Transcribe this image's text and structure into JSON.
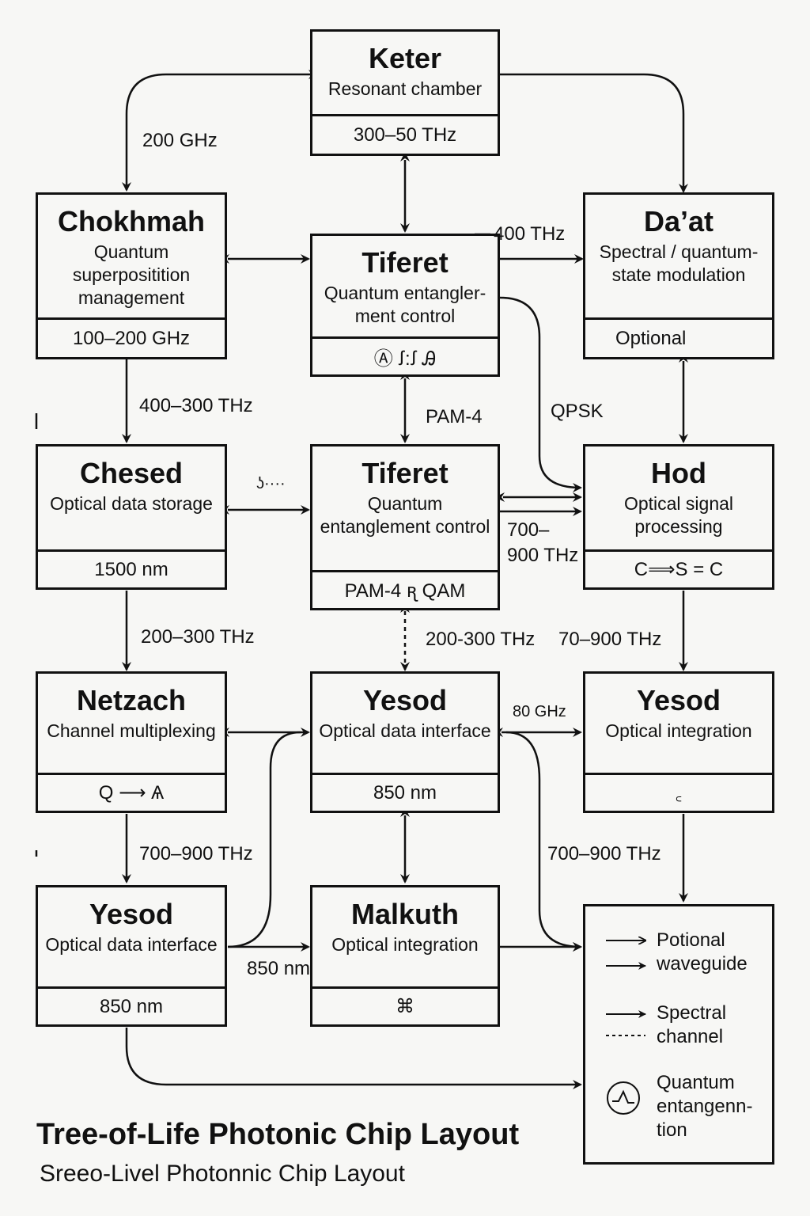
{
  "nodes": {
    "keter": {
      "title": "Keter",
      "desc": "Resonant chamber",
      "foot": "300–50 THz"
    },
    "chokhmah": {
      "title": "Chokhmah",
      "desc": "Quantum superpositition management",
      "foot": "100–200 GHz"
    },
    "tiferet_top": {
      "title": "Tiferet",
      "desc": "Quantum entangler-ment control",
      "foot": "Ⓐ ꭍ:ꭍ Ꭿ"
    },
    "daat": {
      "title": "Da’at",
      "desc": "Spectral / quantum-state modulation",
      "foot": "Optional"
    },
    "chesed": {
      "title": "Chesed",
      "desc": "Optical data storage",
      "foot": "1500 nm"
    },
    "tiferet_mid": {
      "title": "Tiferet",
      "desc": "Quantum entanglement control",
      "foot": "PAM-4  ꭆ  QAM"
    },
    "hod": {
      "title": "Hod",
      "desc": "Optical signal processing",
      "foot": "C⟹S = C"
    },
    "netzach": {
      "title": "Netzach",
      "desc": "Channel multiplexing",
      "foot": "Q ⟶ Ѧ"
    },
    "yesod_mid": {
      "title": "Yesod",
      "desc": "Optical data interface",
      "foot": "850 nm"
    },
    "yesod_right": {
      "title": "Yesod",
      "desc": "Optical integration",
      "foot": "꜀"
    },
    "yesod_left": {
      "title": "Yesod",
      "desc": "Optical data interface",
      "foot": "850 nm"
    },
    "malkuth": {
      "title": "Malkuth",
      "desc": "Optical integration",
      "foot": "⌘"
    }
  },
  "labels": {
    "l200ghz": "200 GHz",
    "l400thz": "400 THz",
    "l400_300": "400–300 THz",
    "pam4": "PAM-4",
    "qpsk": "QPSK",
    "l700_900_hod": "700–\n900 THz",
    "l200_300_left": "200–300 THz",
    "l200_300_mid": "200-300 THz",
    "l70_900": "70–900 THz",
    "l80ghz": "80 GHz",
    "l700_900_left": "700–900 THz",
    "l700_900_right": "700–900 THz",
    "l850nm": "850 nm",
    "squiggle": "ʖ····"
  },
  "legend": {
    "item1": "Potional waveguide",
    "item2": "Spectral channel",
    "item3": "Quantum entangenn-tion"
  },
  "footer": {
    "title": "Tree-of-Life Photonic Chip Layout",
    "subtitle": "Sreeo-Livel Photonnic Chip Layout"
  }
}
